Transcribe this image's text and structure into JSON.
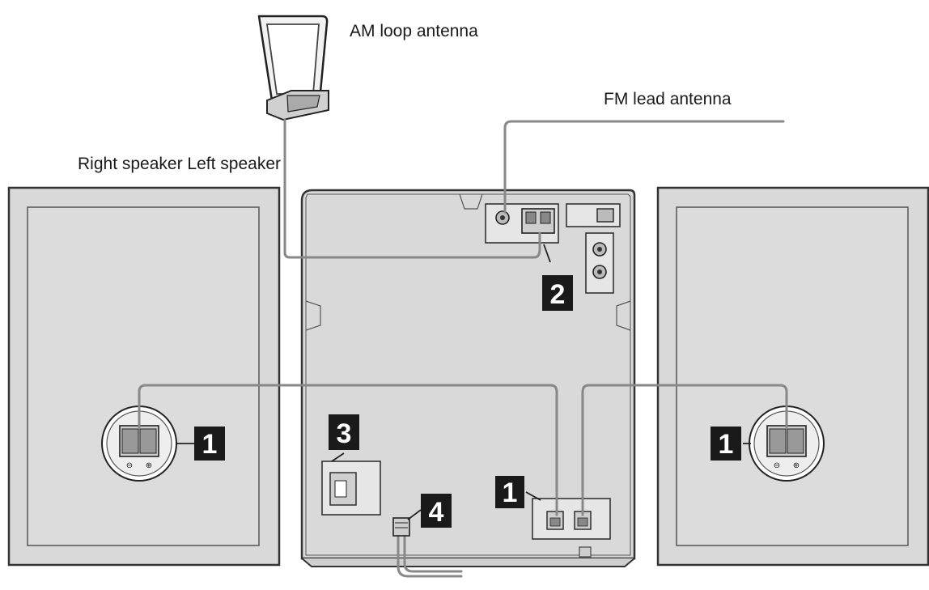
{
  "labels": {
    "am_antenna": "AM loop antenna",
    "fm_antenna": "FM lead antenna",
    "right_speaker": "Right speaker",
    "left_speaker": "Left speaker"
  },
  "callouts": {
    "left_speaker_terminal": "1",
    "am_terminal": "2",
    "power_voltage": "3",
    "power_cord": "4",
    "unit_speaker_terminals": "1",
    "right_panel_speaker_terminal": "1"
  },
  "colors": {
    "panel_fill": "#d9d9d9",
    "panel_border": "#333333",
    "wire": "#888888",
    "callout_fill": "#1a1a1a"
  }
}
